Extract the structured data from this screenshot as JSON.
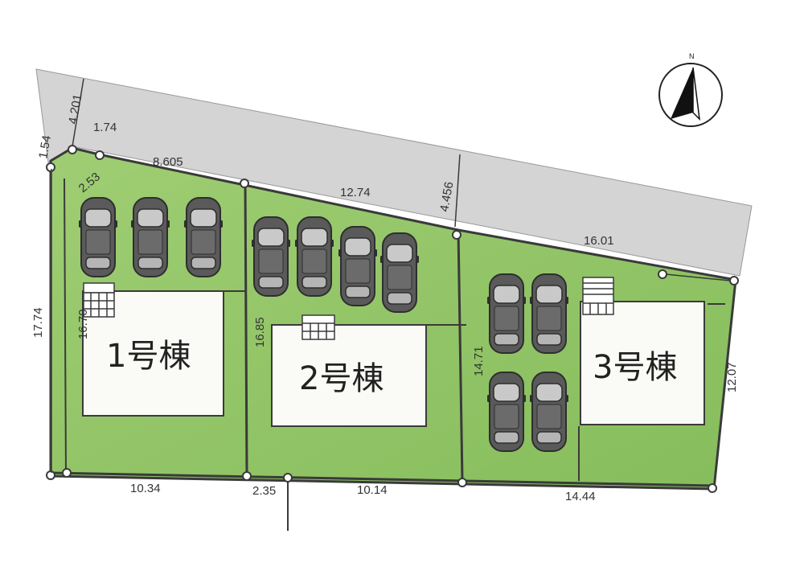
{
  "compass": {
    "label": "N",
    "icon": "north-arrow-icon"
  },
  "buildings": [
    {
      "id": "building-1",
      "label": "1号棟"
    },
    {
      "id": "building-2",
      "label": "2号棟"
    },
    {
      "id": "building-3",
      "label": "3号棟"
    }
  ],
  "dimensions": {
    "road_width_left": "4.201",
    "corner_left": "1.54",
    "corner_top": "1.74",
    "corner_diag": "2.53",
    "top_lot1": "8.605",
    "top_lot2": "12.74",
    "road_width_mid": "4.456",
    "top_lot3": "16.01",
    "left_side": "17.74",
    "lot1_inner": "16.70",
    "lot2_inner": "16.85",
    "lot3_inner": "14.71",
    "right_side": "12.07",
    "bottom_lot1": "10.34",
    "bottom_gap": "2.35",
    "bottom_lot2": "10.14",
    "bottom_lot3": "14.44"
  },
  "colors": {
    "lot_green": "#90c466",
    "lot_green_light": "#a9d37f",
    "road_gray": "#d4d4d4",
    "building_fill": "#fafaf7",
    "boundary": "#3a3a3a"
  }
}
